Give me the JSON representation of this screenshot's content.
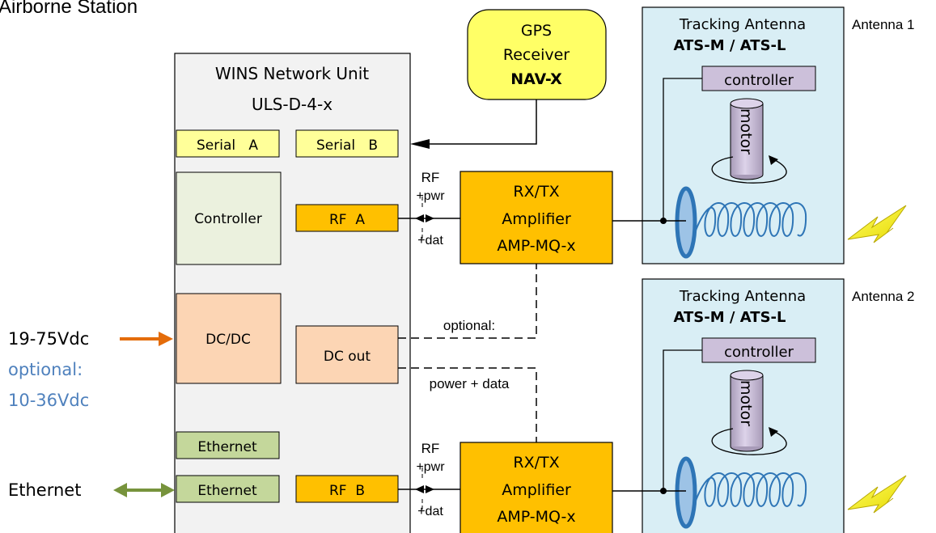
{
  "page_title": "Airborne Station",
  "network_unit": {
    "title_line1": "WINS Network Unit",
    "title_line2": "ULS-D-4-x",
    "serial_a": "Serial   A",
    "serial_b": "Serial   B",
    "controller": "Controller",
    "rf_a": "RF  A",
    "dcdc": "DC/DC",
    "dc_out": "DC out",
    "ethernet_1": "Ethernet",
    "ethernet_2": "Ethernet",
    "rf_b": "RF  B"
  },
  "gps": {
    "line1": "GPS",
    "line2": "Receiver",
    "line3": "NAV-X"
  },
  "amplifier_1": {
    "line1": "RX/TX",
    "line2": "Amplifier",
    "line3": "AMP-MQ-x"
  },
  "amplifier_2": {
    "line1": "RX/TX",
    "line2": "Amplifier",
    "line3": "AMP-MQ-x"
  },
  "antenna_1": {
    "title": "Tracking Antenna",
    "model": "ATS-M / ATS-L",
    "controller": "controller",
    "motor": "motor",
    "side_label": "Antenna 1"
  },
  "antenna_2": {
    "title": "Tracking Antenna",
    "model": "ATS-M / ATS-L",
    "controller": "controller",
    "motor": "motor",
    "side_label": "Antenna 2"
  },
  "link_labels": {
    "rf_a_rf": "RF",
    "rf_a_pwr": "+pwr",
    "rf_a_dat": "+dat",
    "rf_b_rf": "RF",
    "rf_b_pwr": "+pwr",
    "rf_b_dat": "+dat",
    "optional": "optional:",
    "power_data": "power + data"
  },
  "power_input": {
    "label": "19-75Vdc",
    "optional_line1": "optional:",
    "optional_line2": "10-36Vdc"
  },
  "ethernet_external": "Ethernet",
  "colors": {
    "serial_fill": "#ffff99",
    "gps_fill": "#ffff66",
    "amplifier_fill": "#ffc000",
    "green_fill": "#c4d79b",
    "orange_fill": "#fcd5b4",
    "antenna_bg": "#d9eef5",
    "controller_fill": "#ccc0da",
    "power_arrow": "#e46c0a",
    "ethernet_arrow": "#77933c",
    "optional_text": "#4f81bd",
    "antenna_blue": "#2e75b6",
    "lightning": "#ffff00"
  }
}
